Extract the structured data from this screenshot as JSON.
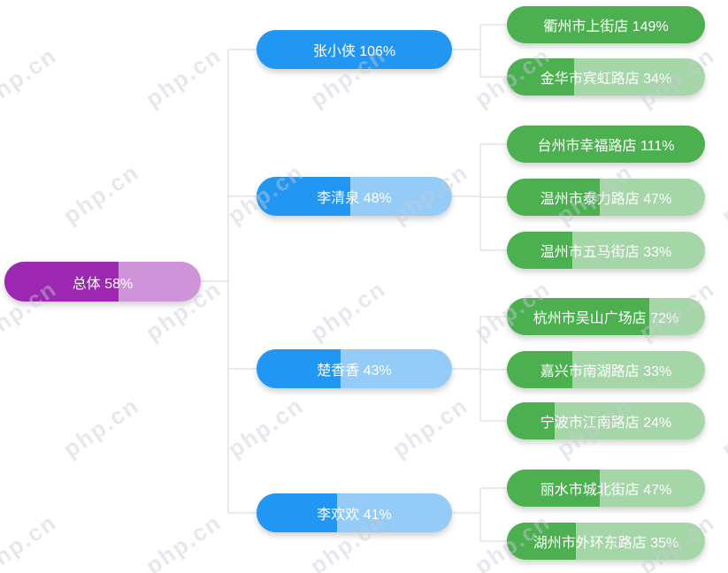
{
  "colors": {
    "root_fill": "#9c27b0",
    "root_rest": "#ce93d8",
    "mid_fill": "#2196f3",
    "mid_rest": "#94cbf7",
    "leaf_fill": "#4caf50",
    "leaf_rest": "#a5d6a7",
    "connector": "#d6d6d6",
    "node_text": "#ffffff"
  },
  "watermark": {
    "text": "php.cn"
  },
  "diagram": {
    "type": "tree-progress-pills",
    "root": {
      "label": "总体 58%",
      "percent": 58
    },
    "managers": [
      {
        "label": "张小侠 106%",
        "percent": 106,
        "stores": [
          {
            "label": "衢州市上街店 149%",
            "percent": 149
          },
          {
            "label": "金华市宾虹路店 34%",
            "percent": 34
          }
        ]
      },
      {
        "label": "李清泉 48%",
        "percent": 48,
        "stores": [
          {
            "label": "台州市幸福路店 111%",
            "percent": 111
          },
          {
            "label": "温州市泰力路店 47%",
            "percent": 47
          },
          {
            "label": "温州市五马街店 33%",
            "percent": 33
          }
        ]
      },
      {
        "label": "楚香香 43%",
        "percent": 43,
        "stores": [
          {
            "label": "杭州市吴山广场店 72%",
            "percent": 72
          },
          {
            "label": "嘉兴市南湖路店 33%",
            "percent": 33
          },
          {
            "label": "宁波市江南路店 24%",
            "percent": 24
          }
        ]
      },
      {
        "label": "李欢欢 41%",
        "percent": 41,
        "stores": [
          {
            "label": "丽水市城北街店 47%",
            "percent": 47
          },
          {
            "label": "湖州市外环东路店 35%",
            "percent": 35
          }
        ]
      }
    ]
  }
}
